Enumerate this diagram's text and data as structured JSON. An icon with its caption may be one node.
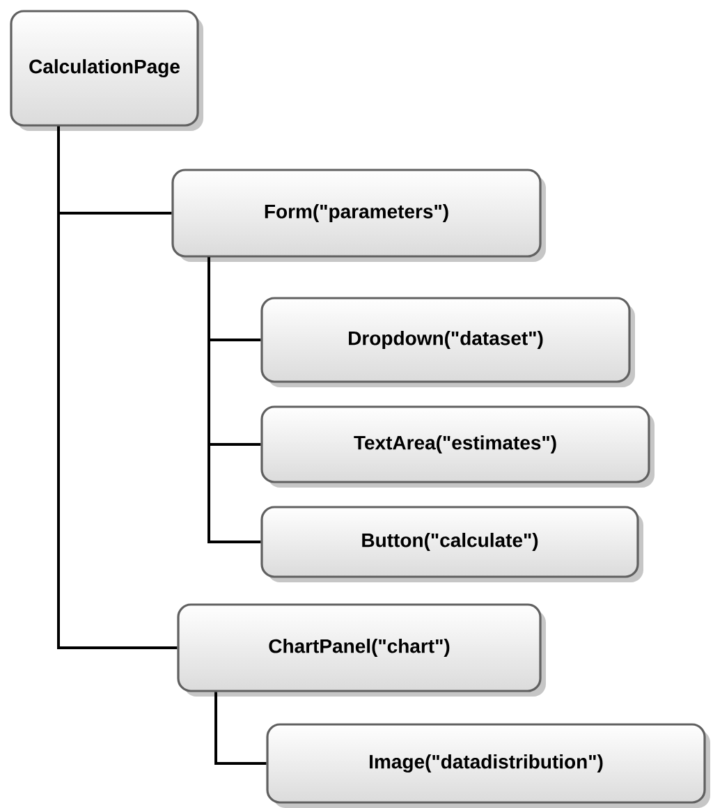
{
  "diagram": {
    "nodes": [
      {
        "text": [
          "CalculationPage"
        ]
      },
      {
        "text": [
          "Form(\"parameters\")"
        ]
      },
      {
        "text": [
          "Dropdown(\"dataset\")"
        ]
      },
      {
        "text": [
          "TextArea(\"estimates\")"
        ]
      },
      {
        "text": [
          "Button(\"calculate\")"
        ]
      },
      {
        "text": [
          "ChartPanel(\"chart\")"
        ]
      },
      {
        "text": [
          "Image(\"datadistribution\")"
        ]
      }
    ],
    "edges": [
      {
        "from": 0,
        "to": 1,
        "arrow": "none"
      },
      {
        "from": 1,
        "to": 2,
        "arrow": "none"
      },
      {
        "from": 1,
        "to": 3,
        "arrow": "none"
      },
      {
        "from": 1,
        "to": 4,
        "arrow": "none"
      },
      {
        "from": 0,
        "to": 5,
        "arrow": "none"
      },
      {
        "from": 5,
        "to": 6,
        "arrow": "none"
      }
    ]
  }
}
